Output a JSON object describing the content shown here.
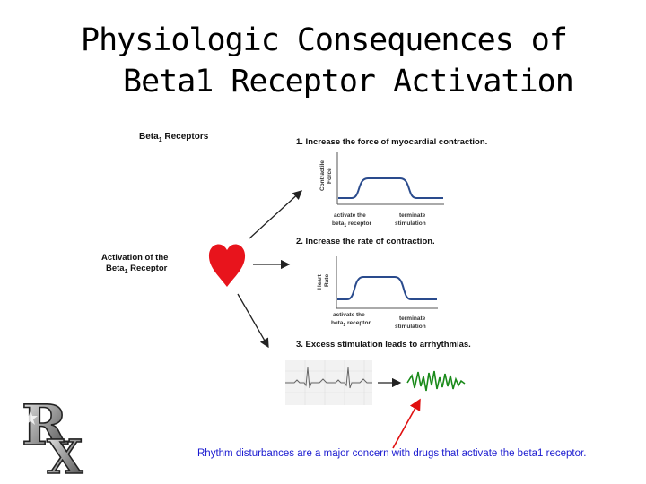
{
  "slide": {
    "title_line1": "Physiologic Consequences of",
    "title_line2": "Beta1 Receptor Activation"
  },
  "figure": {
    "header": "Beta",
    "header_sub": "1",
    "header_rest": " Receptors",
    "activation_line1": "Activation of the",
    "activation_line2_a": "Beta",
    "activation_line2_sub": "1",
    "activation_line2_b": " Receptor",
    "effects": [
      "1. Increase the force of myocardial contraction.",
      "2. Increase the rate of contraction.",
      "3. Excess stimulation leads to arrhythmias."
    ],
    "graph1": {
      "ylabel_1": "Contractile",
      "ylabel_2": "Force",
      "activate_1": "activate the",
      "activate_2": "beta",
      "activate_sub": "1",
      "activate_3": " receptor",
      "terminate_1": "terminate",
      "terminate_2": "stimulation"
    },
    "graph2": {
      "ylabel_1": "Heart",
      "ylabel_2": "Rate",
      "activate_1": "activate the",
      "activate_2": "beta",
      "activate_sub": "1",
      "activate_3": " receptor",
      "terminate_1": "terminate",
      "terminate_2": "stimulation"
    }
  },
  "caption": "Rhythm disturbances are a major concern with drugs that activate the beta1 receptor.",
  "logo": {
    "letter1": "R",
    "letter2": "X"
  },
  "colors": {
    "heart": "#e8141c",
    "arrhythmia": "#1a8a1a",
    "caption": "#1a1ad0",
    "red_arrow": "#e01010"
  }
}
